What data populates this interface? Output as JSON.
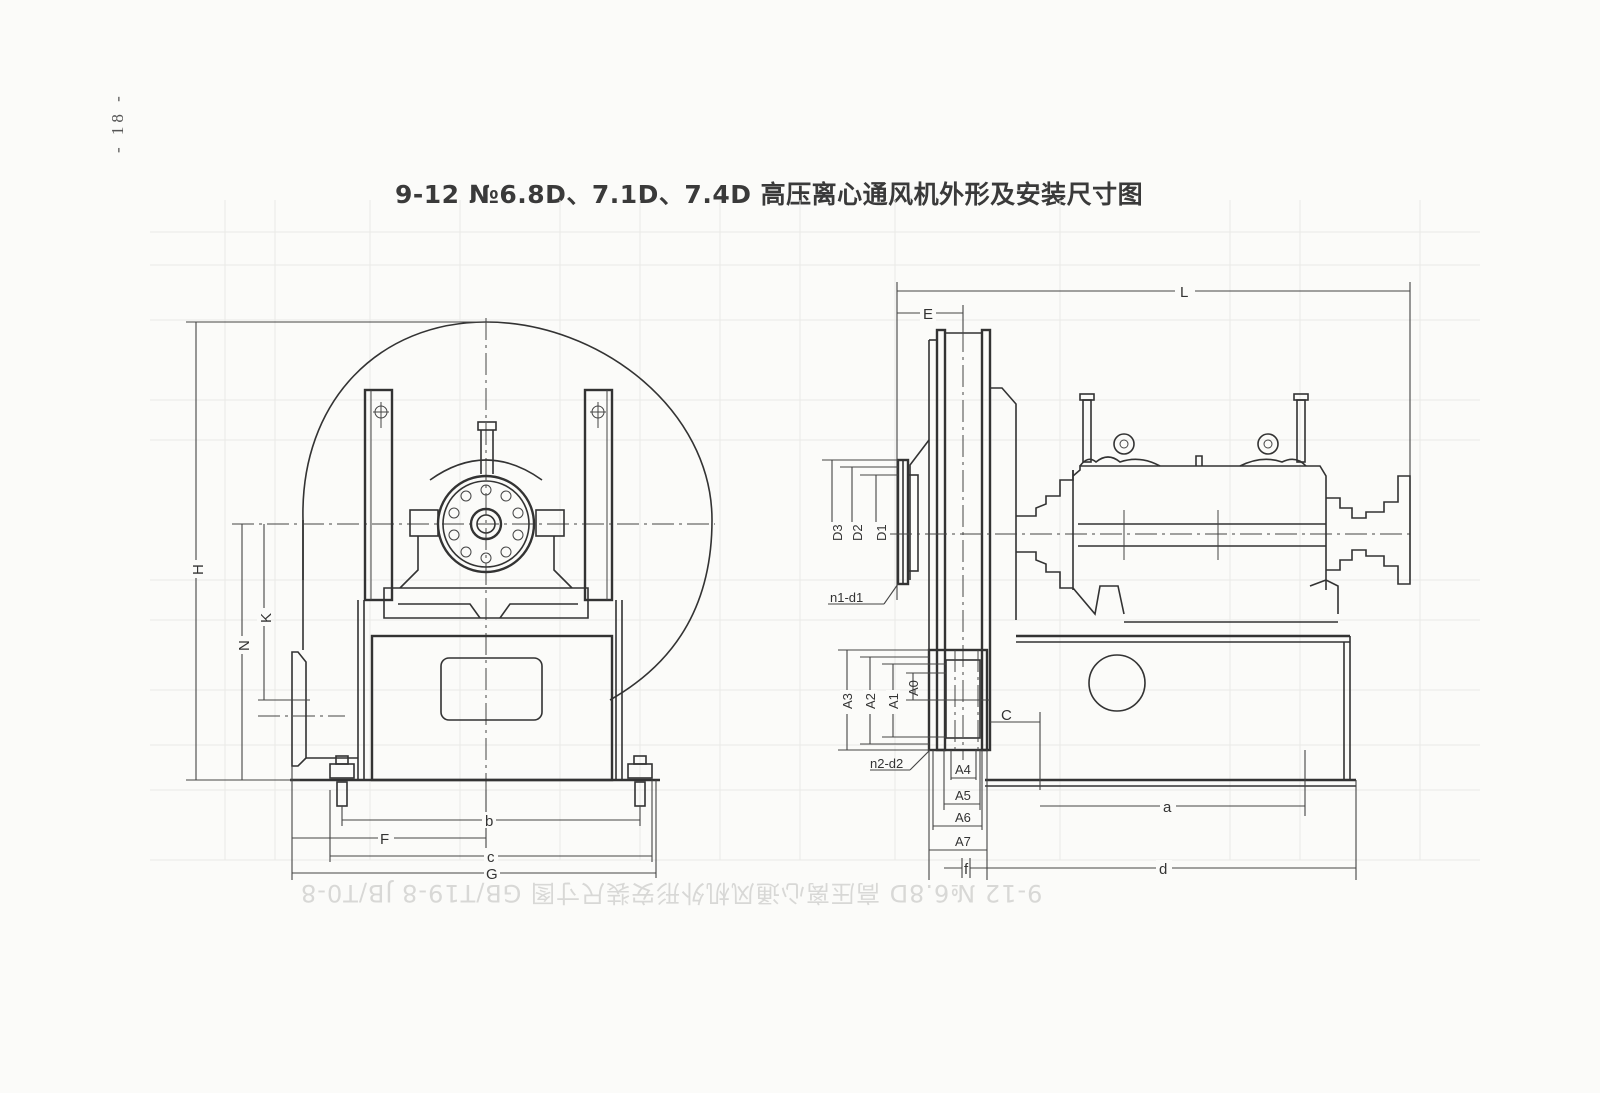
{
  "page": {
    "page_number": "- 18 -",
    "title": "9-12 №6.8D、7.1D、7.4D 高压离心通风机外形及安装尺寸图",
    "bleed_through_text": "9-12 №6.8D 高压离心通风机外形安装尺寸图 GB/T19-8 JB/T0-8"
  },
  "drawing": {
    "front_view": {
      "name": "front elevation (impeller end view)",
      "dimension_labels": {
        "H": "H",
        "N": "N",
        "K": "K",
        "b": "b",
        "F": "F",
        "c": "c",
        "G": "G"
      }
    },
    "side_view": {
      "name": "side elevation",
      "dimension_labels": {
        "L": "L",
        "E": "E",
        "D3": "D3",
        "D2": "D2",
        "D1": "D1",
        "n1_d1": "n1-d1",
        "A3": "A3",
        "A2": "A2",
        "A1": "A1",
        "A0": "A0",
        "C": "C",
        "n2_d2": "n2-d2",
        "A4": "A4",
        "A5": "A5",
        "A6": "A6",
        "A7": "A7",
        "a": "a",
        "f": "f",
        "d": "d"
      }
    },
    "colors": {
      "paper": "#fbfbf9",
      "ink": "#333333",
      "faint_grid": "#e9e9e6"
    }
  }
}
